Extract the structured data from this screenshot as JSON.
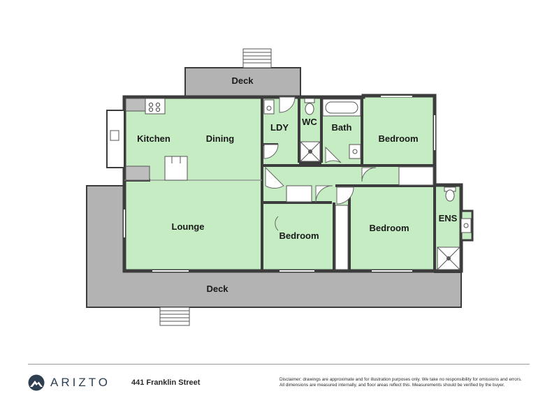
{
  "plan": {
    "rooms": {
      "deck_top": "Deck",
      "kitchen": "Kitchen",
      "dining": "Dining",
      "ldy": "LDY",
      "wc": "WC",
      "bath": "Bath",
      "bedroom_top_right": "Bedroom",
      "lounge": "Lounge",
      "bedroom_middle": "Bedroom",
      "bedroom_right": "Bedroom",
      "ens": "ENS",
      "deck_bottom": "Deck"
    },
    "colors": {
      "room_fill": "#c6ecc4",
      "deck_fill": "#b3b3b3",
      "wall": "#3c3c3c",
      "fixture": "#ffffff"
    }
  },
  "footer": {
    "brand": "ARIZTO",
    "brand_icon": "mountain-logo-icon",
    "brand_color": "#2f3f52",
    "address": "441 Franklin Street",
    "disclaimer_line1": "Disclaimer: drawings are approximate and for illustration purposes only. We take no responsibility for omissions and errors.",
    "disclaimer_line2": "All dimensions are measured internally, and floor areas reflect this. Measurements should be verified by the buyer."
  }
}
